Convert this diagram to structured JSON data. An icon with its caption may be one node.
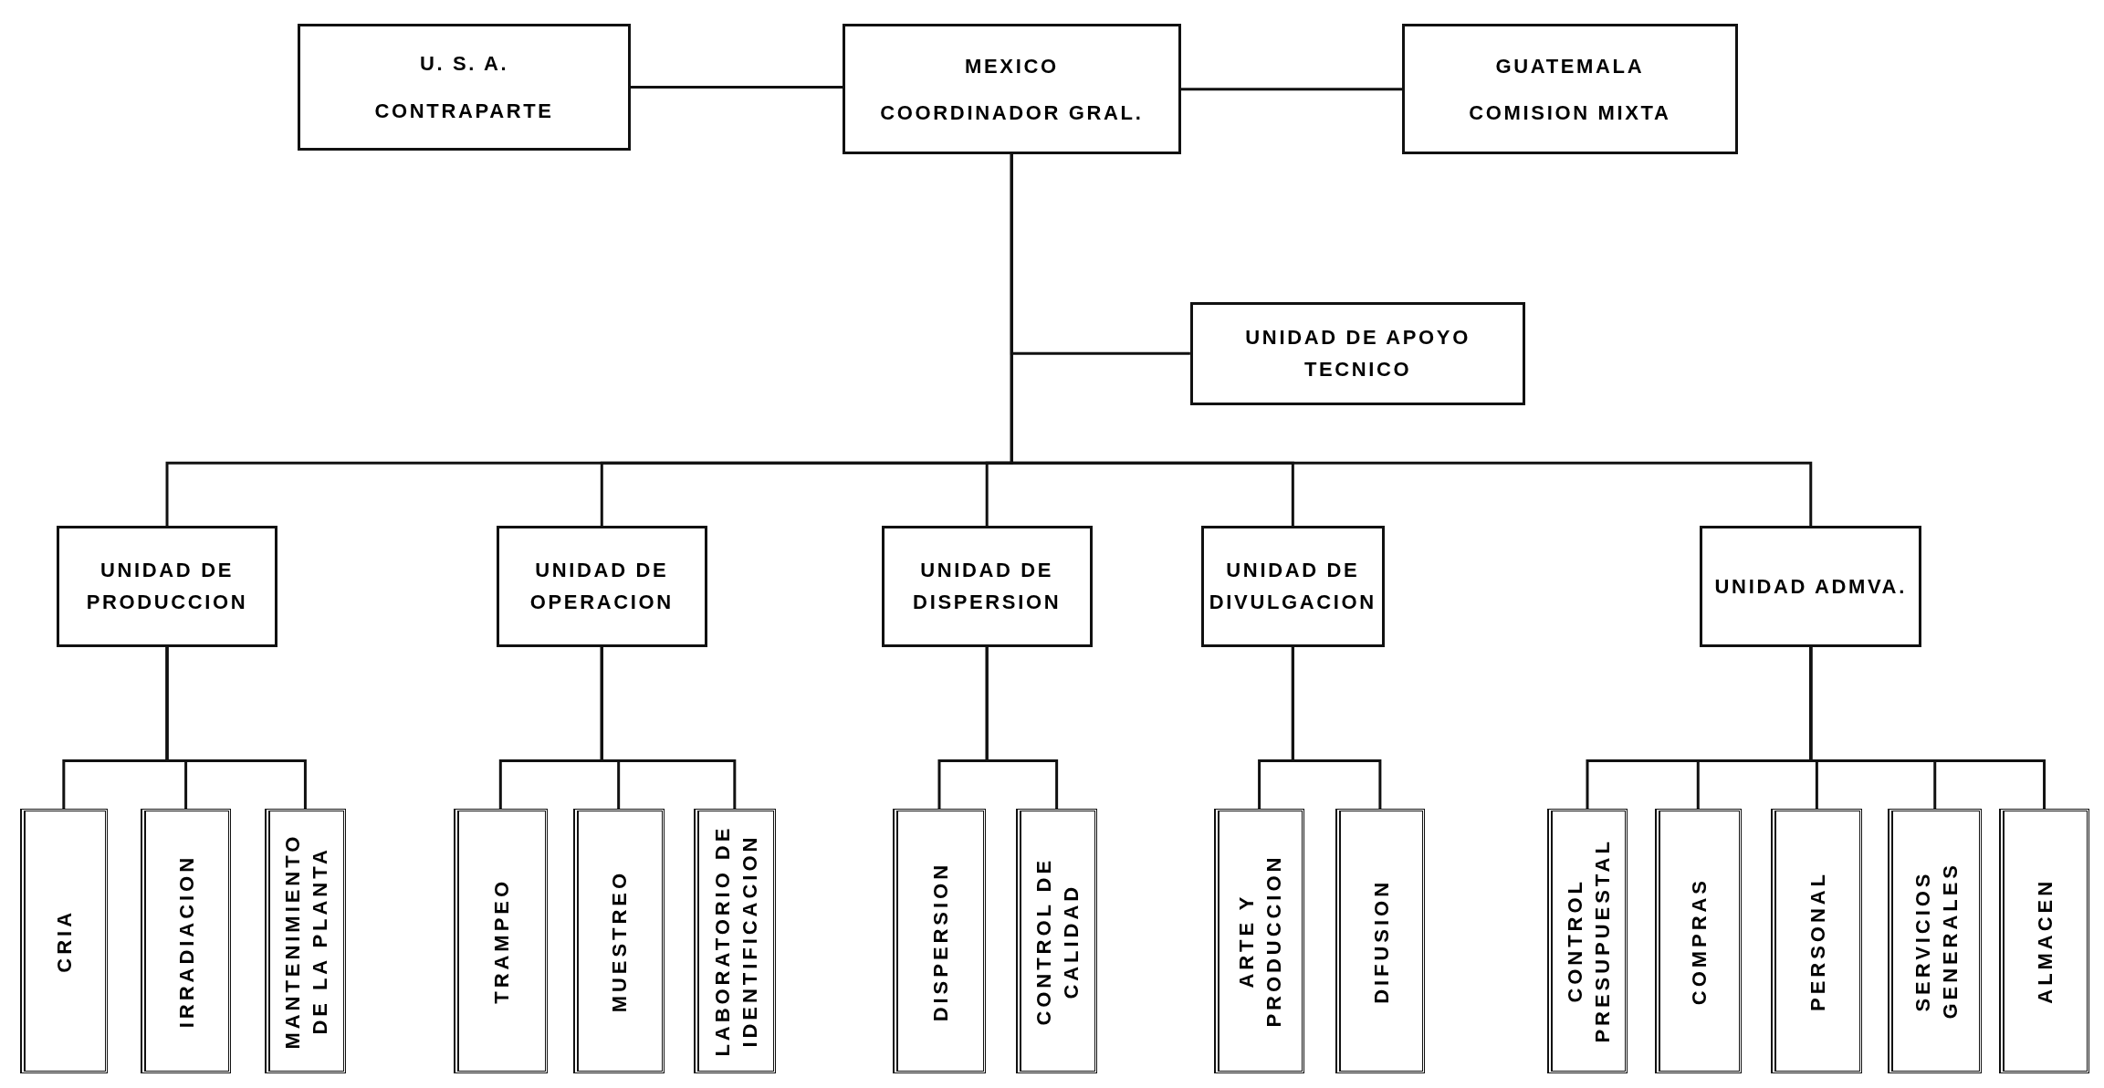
{
  "diagram": {
    "nodes": [
      {
        "text": [
          "U. S. A.",
          "CONTRAPARTE"
        ]
      },
      {
        "text": [
          "MEXICO",
          "COORDINADOR GRAL."
        ]
      },
      {
        "text": [
          "GUATEMALA",
          "COMISION MIXTA"
        ]
      },
      {
        "text": [
          "UNIDAD DE APOYO TECNICO"
        ]
      },
      {
        "text": [
          "UNIDAD DE PRODUCCION"
        ]
      },
      {
        "text": [
          "UNIDAD DE OPERACION"
        ]
      },
      {
        "text": [
          "UNIDAD DE DISPERSION"
        ]
      },
      {
        "text": [
          "UNIDAD DE DIVULGACION"
        ]
      },
      {
        "text": [
          "UNIDAD ADMVA."
        ]
      },
      {
        "text": [
          "CRIA"
        ]
      },
      {
        "text": [
          "IRRADIACION"
        ]
      },
      {
        "text": [
          "MANTENIMIENTO DE LA PLANTA"
        ]
      },
      {
        "text": [
          "TRAMPEO"
        ]
      },
      {
        "text": [
          "MUESTREO"
        ]
      },
      {
        "text": [
          "LABORATORIO DE IDENTIFICACION"
        ]
      },
      {
        "text": [
          "DISPERSION"
        ]
      },
      {
        "text": [
          "CONTROL DE CALIDAD"
        ]
      },
      {
        "text": [
          "ARTE Y PRODUCCION"
        ]
      },
      {
        "text": [
          "DIFUSION"
        ]
      },
      {
        "text": [
          "CONTROL PRESUPUESTAL"
        ]
      },
      {
        "text": [
          "COMPRAS"
        ]
      },
      {
        "text": [
          "PERSONAL"
        ]
      },
      {
        "text": [
          "SERVICIOS GENERALES"
        ]
      },
      {
        "text": [
          "ALMACEN"
        ]
      }
    ],
    "edges": [
      {
        "from": 0,
        "to": 1,
        "arrow": "none"
      },
      {
        "from": 1,
        "to": 2,
        "arrow": "none"
      },
      {
        "from": 1,
        "to": 3,
        "arrow": "none"
      },
      {
        "from": 1,
        "to": 4,
        "arrow": "none"
      },
      {
        "from": 1,
        "to": 5,
        "arrow": "none"
      },
      {
        "from": 1,
        "to": 6,
        "arrow": "none"
      },
      {
        "from": 1,
        "to": 7,
        "arrow": "none"
      },
      {
        "from": 1,
        "to": 8,
        "arrow": "none"
      },
      {
        "from": 4,
        "to": 9,
        "arrow": "none"
      },
      {
        "from": 4,
        "to": 10,
        "arrow": "none"
      },
      {
        "from": 4,
        "to": 11,
        "arrow": "none"
      },
      {
        "from": 5,
        "to": 12,
        "arrow": "none"
      },
      {
        "from": 5,
        "to": 13,
        "arrow": "none"
      },
      {
        "from": 5,
        "to": 14,
        "arrow": "none"
      },
      {
        "from": 6,
        "to": 15,
        "arrow": "none"
      },
      {
        "from": 6,
        "to": 16,
        "arrow": "none"
      },
      {
        "from": 7,
        "to": 17,
        "arrow": "none"
      },
      {
        "from": 7,
        "to": 18,
        "arrow": "none"
      },
      {
        "from": 8,
        "to": 19,
        "arrow": "none"
      },
      {
        "from": 8,
        "to": 20,
        "arrow": "none"
      },
      {
        "from": 8,
        "to": 21,
        "arrow": "none"
      },
      {
        "from": 8,
        "to": 22,
        "arrow": "none"
      },
      {
        "from": 8,
        "to": 23,
        "arrow": "none"
      }
    ]
  }
}
